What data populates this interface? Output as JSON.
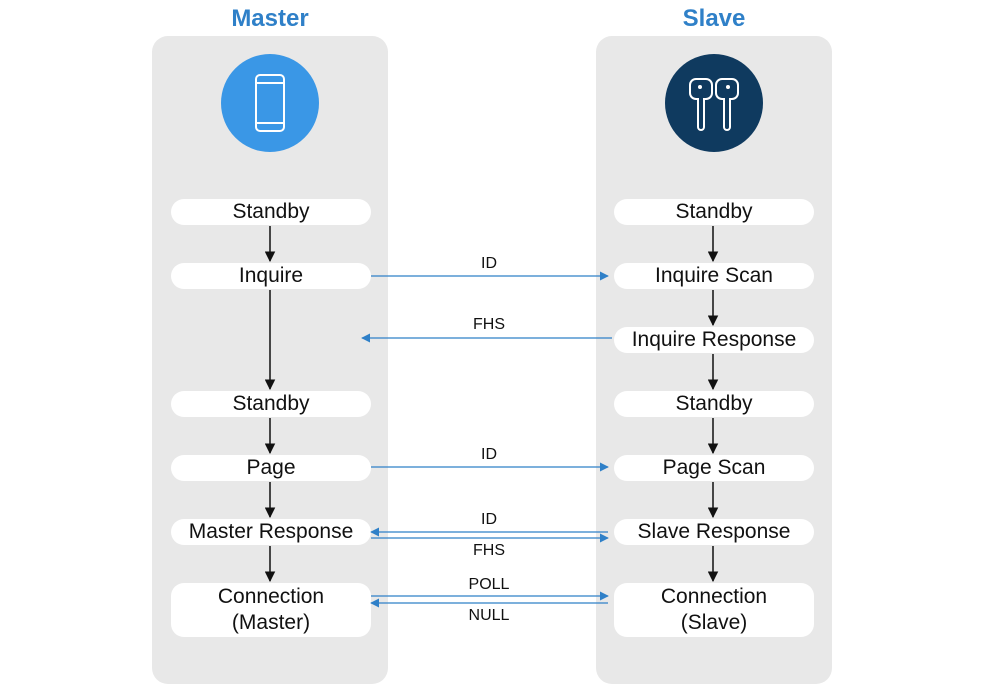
{
  "master": {
    "title": "Master",
    "icon": "smartphone-icon",
    "states": [
      "Standby",
      "Inquire",
      "Standby",
      "Page",
      "Master Response"
    ],
    "connection": [
      "Connection",
      "(Master)"
    ]
  },
  "slave": {
    "title": "Slave",
    "icon": "earbuds-icon",
    "states": [
      "Standby",
      "Inquire Scan",
      "Inquire Response",
      "Standby",
      "Page Scan",
      "Slave Response"
    ],
    "connection": [
      "Connection",
      "(Slave)"
    ]
  },
  "messages": {
    "inquire_id": "ID",
    "inquire_fhs": "FHS",
    "page_id": "ID",
    "response_id": "ID",
    "response_fhs": "FHS",
    "poll": "POLL",
    "null": "NULL"
  },
  "colors": {
    "accent": "#2f80c8",
    "master_icon_bg": "#3a97e6",
    "slave_icon_bg": "#0f3a5f",
    "panel_bg": "#e8e8e8",
    "arrow_black": "#111111"
  }
}
